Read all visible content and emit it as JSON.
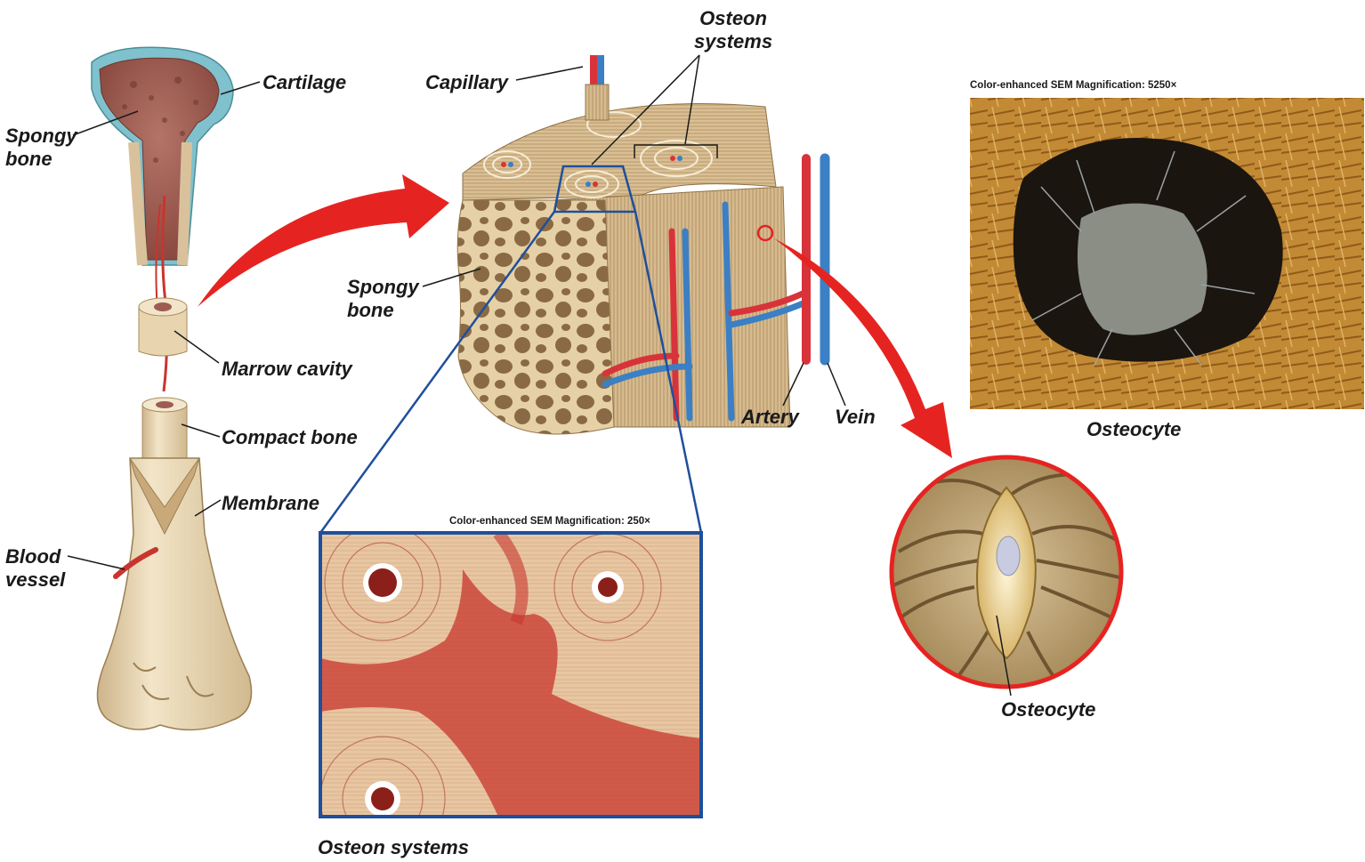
{
  "labels": {
    "cartilage": "Cartilage",
    "spongy_bone_left": [
      "Spongy",
      "bone"
    ],
    "capillary": "Capillary",
    "osteon_systems_top": [
      "Osteon",
      "systems"
    ],
    "spongy_bone_center": [
      "Spongy",
      "bone"
    ],
    "marrow_cavity": "Marrow cavity",
    "compact_bone": "Compact bone",
    "membrane": "Membrane",
    "blood_vessel": [
      "Blood",
      "vessel"
    ],
    "artery": "Artery",
    "vein": "Vein",
    "osteocyte_photo": "Osteocyte",
    "osteocyte_circle": "Osteocyte",
    "osteon_systems_photo": "Osteon systems"
  },
  "captions": {
    "sem_osteocyte": "Color-enhanced  SEM  Magnification: 5250×",
    "sem_osteon": "Color-enhanced  SEM  Magnification: 250×"
  },
  "colors": {
    "arrow_red": "#e52421",
    "zoom_blue": "#1f4f9c",
    "bone_tan": "#e8d5b0",
    "marrow": "#9e5c52",
    "cartilage_blue": "#7fc1cc",
    "artery_red": "#d8333a",
    "vein_blue": "#3b7fc4",
    "osteon_red": "#c8352e"
  }
}
